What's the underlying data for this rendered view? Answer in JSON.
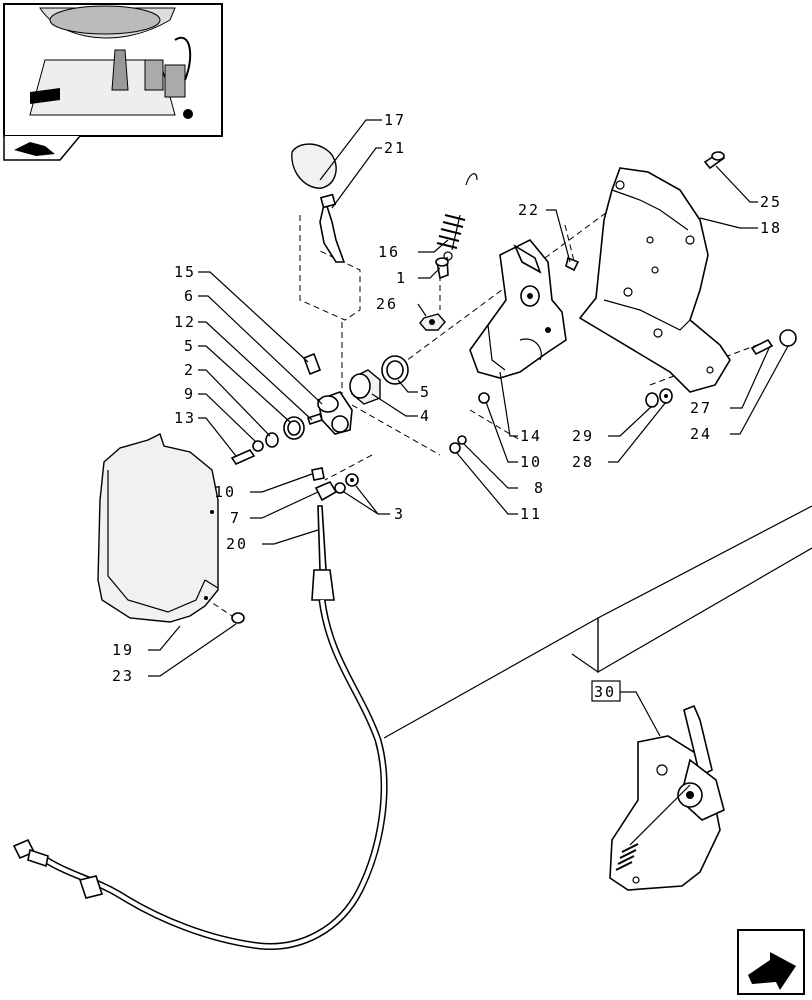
{
  "callouts": [
    {
      "id": "c17",
      "text": "17"
    },
    {
      "id": "c21",
      "text": "21"
    },
    {
      "id": "c16",
      "text": "16"
    },
    {
      "id": "c1",
      "text": "1"
    },
    {
      "id": "c26",
      "text": "26"
    },
    {
      "id": "c22",
      "text": "22"
    },
    {
      "id": "c25",
      "text": "25"
    },
    {
      "id": "c18",
      "text": "18"
    },
    {
      "id": "c15",
      "text": "15"
    },
    {
      "id": "c6",
      "text": "6"
    },
    {
      "id": "c12",
      "text": "12"
    },
    {
      "id": "c5a",
      "text": "5"
    },
    {
      "id": "c2",
      "text": "2"
    },
    {
      "id": "c9",
      "text": "9"
    },
    {
      "id": "c13",
      "text": "13"
    },
    {
      "id": "c5b",
      "text": "5"
    },
    {
      "id": "c4",
      "text": "4"
    },
    {
      "id": "c14",
      "text": "14"
    },
    {
      "id": "c10a",
      "text": "10"
    },
    {
      "id": "c8",
      "text": "8"
    },
    {
      "id": "c11",
      "text": "11"
    },
    {
      "id": "c27",
      "text": "27"
    },
    {
      "id": "c24",
      "text": "24"
    },
    {
      "id": "c29",
      "text": "29"
    },
    {
      "id": "c28",
      "text": "28"
    },
    {
      "id": "c10b",
      "text": "10"
    },
    {
      "id": "c7",
      "text": "7"
    },
    {
      "id": "c3",
      "text": "3"
    },
    {
      "id": "c20",
      "text": "20"
    },
    {
      "id": "c19",
      "text": "19"
    },
    {
      "id": "c23",
      "text": "23"
    },
    {
      "id": "c30",
      "text": "30"
    }
  ]
}
